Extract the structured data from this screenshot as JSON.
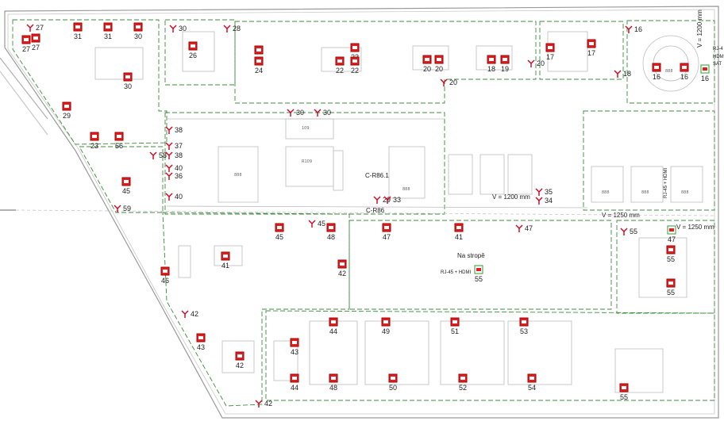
{
  "plan": {
    "notes": {
      "v1200_vertical": "V = 1200 mm",
      "hdmi_side_1": "RJ-4",
      "hdmi_side_2": "HDM",
      "hdmi_side_3": "SAT",
      "v1200_lower": "V = 1200 mm",
      "v1250": "V = 1250 mm",
      "v1250_right": "V = 1250 mm",
      "na_strope": "Na stropě",
      "rj45_hdmi": "RJ-45 + HDMI",
      "c_r86_1": "C-R86.1",
      "c_r86": "C-R86"
    },
    "room_codes": [
      "109",
      "R109",
      "888",
      "888",
      "888",
      "888",
      "888",
      "888"
    ],
    "outlets": [
      {
        "label": "27",
        "kind": "box"
      },
      {
        "label": "27",
        "kind": "box"
      },
      {
        "label": "31",
        "kind": "box"
      },
      {
        "label": "31",
        "kind": "box"
      },
      {
        "label": "30",
        "kind": "box"
      },
      {
        "label": "26",
        "kind": "box"
      },
      {
        "label": "24",
        "kind": "box"
      },
      {
        "label": "24",
        "kind": "box"
      },
      {
        "label": "23",
        "kind": "box"
      },
      {
        "label": "22",
        "kind": "box"
      },
      {
        "label": "22",
        "kind": "box"
      },
      {
        "label": "20",
        "kind": "box"
      },
      {
        "label": "20",
        "kind": "box"
      },
      {
        "label": "18",
        "kind": "box"
      },
      {
        "label": "19",
        "kind": "box"
      },
      {
        "label": "17",
        "kind": "box"
      },
      {
        "label": "17",
        "kind": "box"
      },
      {
        "label": "16",
        "kind": "box"
      },
      {
        "label": "16",
        "kind": "box"
      },
      {
        "label": "30",
        "kind": "box"
      },
      {
        "label": "29",
        "kind": "box"
      },
      {
        "label": "23",
        "kind": "box"
      },
      {
        "label": "56",
        "kind": "box"
      },
      {
        "label": "45",
        "kind": "box"
      },
      {
        "label": "45",
        "kind": "box"
      },
      {
        "label": "48",
        "kind": "box"
      },
      {
        "label": "47",
        "kind": "box"
      },
      {
        "label": "41",
        "kind": "box"
      },
      {
        "label": "41",
        "kind": "box"
      },
      {
        "label": "46",
        "kind": "box"
      },
      {
        "label": "42",
        "kind": "box"
      },
      {
        "label": "42",
        "kind": "box"
      },
      {
        "label": "43",
        "kind": "box"
      },
      {
        "label": "43",
        "kind": "box"
      },
      {
        "label": "44",
        "kind": "box"
      },
      {
        "label": "44",
        "kind": "box"
      },
      {
        "label": "48",
        "kind": "box"
      },
      {
        "label": "49",
        "kind": "box"
      },
      {
        "label": "50",
        "kind": "box"
      },
      {
        "label": "51",
        "kind": "box"
      },
      {
        "label": "52",
        "kind": "box"
      },
      {
        "label": "53",
        "kind": "box"
      },
      {
        "label": "54",
        "kind": "box"
      },
      {
        "label": "55",
        "kind": "box"
      },
      {
        "label": "55",
        "kind": "box"
      },
      {
        "label": "55",
        "kind": "box"
      },
      {
        "label": "47",
        "kind": "green"
      },
      {
        "label": "55",
        "kind": "green"
      },
      {
        "label": "16",
        "kind": "green"
      },
      {
        "label": "27",
        "kind": "fork"
      },
      {
        "label": "30",
        "kind": "fork"
      },
      {
        "label": "28",
        "kind": "fork"
      },
      {
        "label": "16",
        "kind": "fork"
      },
      {
        "label": "18",
        "kind": "fork"
      },
      {
        "label": "20",
        "kind": "fork"
      },
      {
        "label": "20",
        "kind": "fork"
      },
      {
        "label": "30",
        "kind": "fork"
      },
      {
        "label": "30",
        "kind": "fork"
      },
      {
        "label": "38",
        "kind": "fork"
      },
      {
        "label": "37",
        "kind": "fork"
      },
      {
        "label": "38",
        "kind": "fork"
      },
      {
        "label": "40",
        "kind": "fork"
      },
      {
        "label": "36",
        "kind": "fork"
      },
      {
        "label": "40",
        "kind": "fork"
      },
      {
        "label": "58",
        "kind": "fork"
      },
      {
        "label": "59",
        "kind": "fork"
      },
      {
        "label": "45",
        "kind": "fork"
      },
      {
        "label": "29",
        "kind": "fork"
      },
      {
        "label": "33",
        "kind": "fork"
      },
      {
        "label": "35",
        "kind": "fork"
      },
      {
        "label": "34",
        "kind": "fork"
      },
      {
        "label": "55",
        "kind": "fork"
      },
      {
        "label": "42",
        "kind": "fork"
      },
      {
        "label": "42",
        "kind": "fork"
      },
      {
        "label": "47",
        "kind": "fork"
      }
    ]
  }
}
